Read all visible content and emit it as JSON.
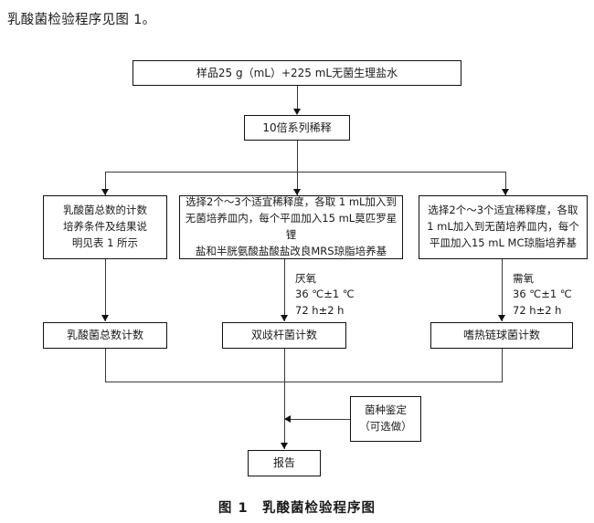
{
  "document": {
    "intro_text": "乳酸菌检验程序见图 1。",
    "figure_caption": "图 1　乳酸菌检验程序图"
  },
  "flowchart": {
    "type": "process-flow-diagram",
    "title": "乳酸菌检验程序图",
    "nodes": {
      "sample": "样品25 g（mL）+225 mL无菌生理盐水",
      "dilution": "10倍系列稀释",
      "branch_left": "乳酸菌总数的计数\n培养条件及结果说\n明见表 1 所示",
      "branch_middle": "选择2个～3个适宜稀释度，各取 1 mL加入到\n无菌培养皿内，每个平皿加入15 mL莫匹罗星锂\n盐和半胱氨酸盐酸盐改良MRS琼脂培养基",
      "branch_right": "选择2个～3个适宜稀释度，各取\n1 mL加入到无菌培养皿内，每个\n平皿加入15 mL MC琼脂培养基",
      "count_left": "乳酸菌总数计数",
      "count_middle": "双歧杆菌计数",
      "count_right": "嗜热链球菌计数",
      "identification": "菌种鉴定\n（可选做）",
      "report": "报告"
    },
    "annotations": {
      "middle_condition": "厌氧\n36 ℃±1 ℃\n72 h±2 h",
      "right_condition": "需氧\n36 ℃±1 ℃\n72 h±2 h"
    },
    "colors": {
      "box_border": "#111111",
      "line": "#3a3a3a",
      "background": "#ffffff",
      "text": "#1a1a1a"
    }
  }
}
